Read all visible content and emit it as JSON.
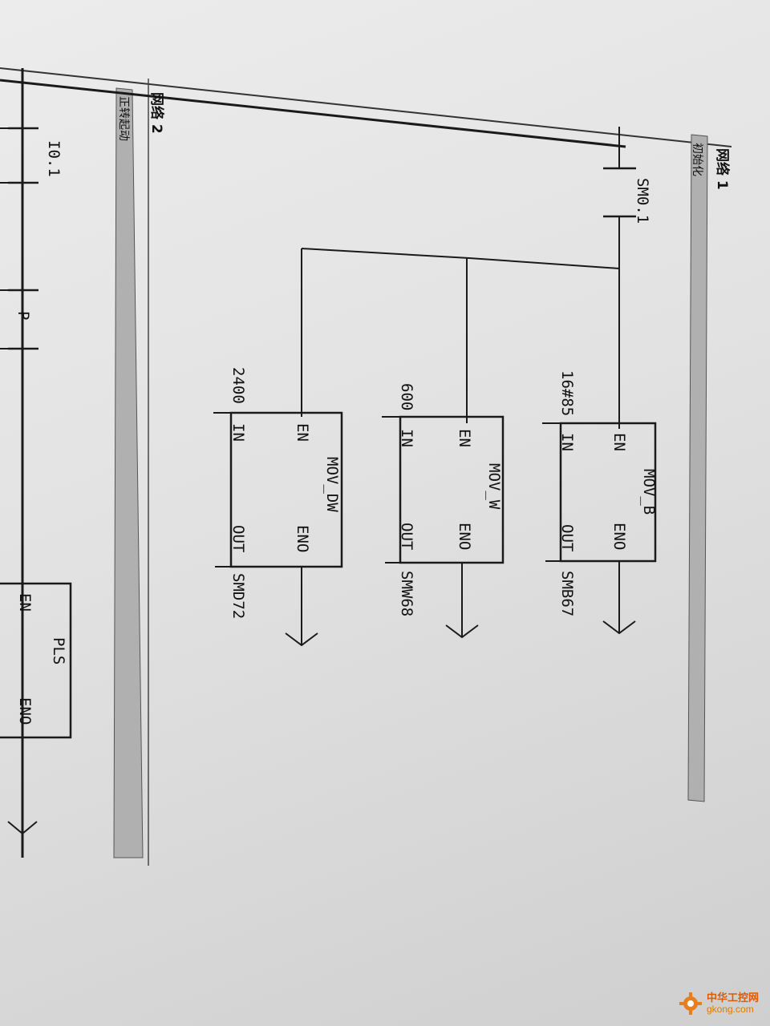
{
  "networks": [
    {
      "heading": "网络 1",
      "comment": "初始化"
    },
    {
      "heading": "网络 2",
      "comment": "正转起动"
    }
  ],
  "network1": {
    "contact_label": "SM0.1",
    "blocks": [
      {
        "name": "MOV_B",
        "en": "EN",
        "eno": "ENO",
        "in": "IN",
        "out": "OUT",
        "in_value": "16#85",
        "out_addr": "SMB67"
      },
      {
        "name": "MOV_W",
        "en": "EN",
        "eno": "ENO",
        "in": "IN",
        "out": "OUT",
        "in_value": "600",
        "out_addr": "SMW68"
      },
      {
        "name": "MOV_DW",
        "en": "EN",
        "eno": "ENO",
        "in": "IN",
        "out": "OUT",
        "in_value": "2400",
        "out_addr": "SMD72"
      }
    ]
  },
  "network2": {
    "contact_label": "I0.1",
    "edge_label": "P",
    "block": {
      "name": "PLS",
      "en": "EN",
      "eno": "ENO"
    }
  },
  "watermark": {
    "line1": "中华工控网",
    "line2": "gkong.com"
  },
  "colors": {
    "line": "#1a1a1a",
    "band": "#b0b0b0",
    "paper": "#e6e6e6",
    "brand": "#e67e22"
  }
}
